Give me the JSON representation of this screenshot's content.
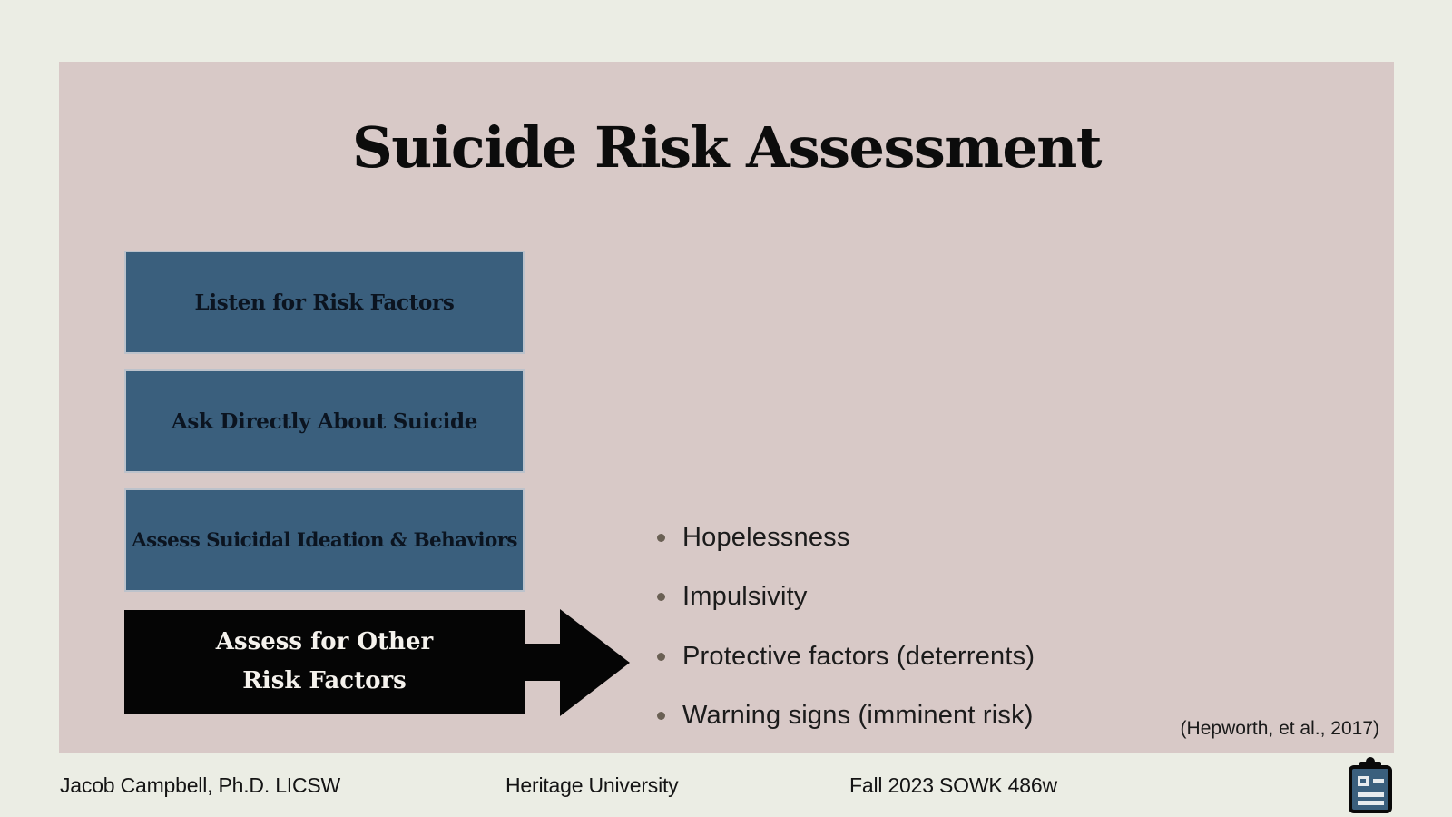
{
  "slide": {
    "title": "Suicide Risk Assessment",
    "flow": {
      "steps": [
        {
          "label": "Listen for Risk Factors"
        },
        {
          "label": "Ask Directly About Suicide"
        },
        {
          "label": "Assess Suicidal Ideation & Behaviors"
        }
      ],
      "final_step": {
        "line1": "Assess for Other",
        "line2": "Risk Factors"
      }
    },
    "bullets": [
      "Hopelessness",
      "Impulsivity",
      "Protective factors (deterrents)",
      "Warning signs (imminent risk)"
    ],
    "citation": "(Hepworth, et al., 2017)"
  },
  "footer": {
    "author": "Jacob Campbell, Ph.D. LICSW",
    "institution": "Heritage University",
    "course": "Fall 2023 SOWK 486w"
  },
  "icons": {
    "bottom_right": "clipboard-icon",
    "flow": "arrow-right-icon",
    "list_marker": "bullet-dot"
  },
  "colors": {
    "canvas_bg": "#EBEDE4",
    "slide_bg": "#D8C9C7",
    "step_box": "#3A5F7D",
    "step_box_border": "#BCC2CB",
    "highlight_box": "#050505",
    "bullet_dot": "#6A6054",
    "text_dark": "#141414",
    "text_light": "#F5F2ED"
  }
}
